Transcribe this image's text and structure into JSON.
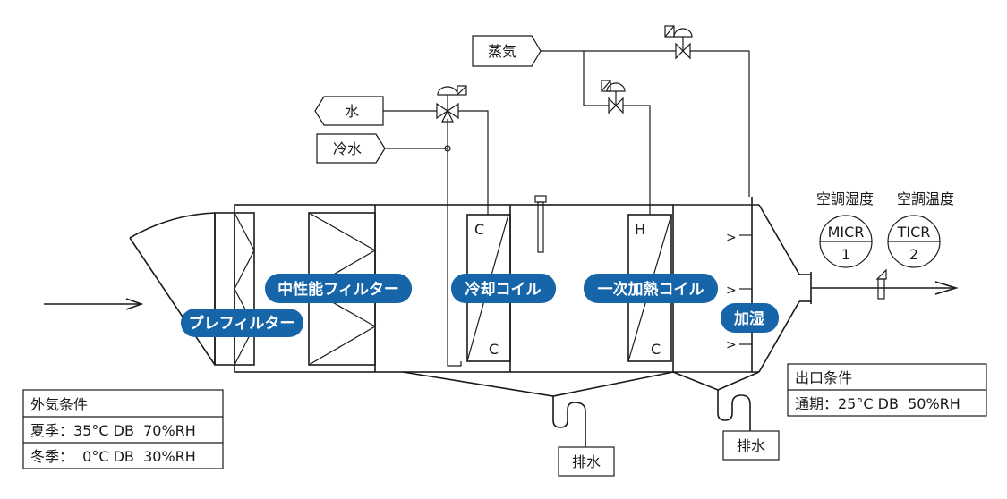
{
  "colors": {
    "accent": "#1565a8",
    "line": "#1a1a1a",
    "background": "#ffffff"
  },
  "components": {
    "prefilter": "プレフィルター",
    "medium_filter": "中性能フィルター",
    "cooling_coil": "冷却コイル",
    "primary_heating_coil": "一次加熱コイル",
    "humidifier": "加湿"
  },
  "coil_marks": {
    "cooling_top": "C",
    "cooling_bottom": "C",
    "heating_top": "H",
    "heating_bottom": "C"
  },
  "pipes": {
    "water": "水",
    "chilled_water": "冷水",
    "steam": "蒸気",
    "drain_1": "排水",
    "drain_2": "排水"
  },
  "instruments": [
    {
      "caption": "空調湿度",
      "tag": "MICR",
      "number": "1"
    },
    {
      "caption": "空調温度",
      "tag": "TICR",
      "number": "2"
    }
  ],
  "outdoor_conditions": {
    "title": "外気条件",
    "rows": [
      "夏季：35°C DB  70%RH",
      "冬季：  0°C DB  30%RH"
    ]
  },
  "outlet_conditions": {
    "title": "出口条件",
    "rows": [
      "通期：25°C DB  50%RH"
    ]
  },
  "humidifier_nozzles": [
    ">",
    ">",
    ">"
  ]
}
